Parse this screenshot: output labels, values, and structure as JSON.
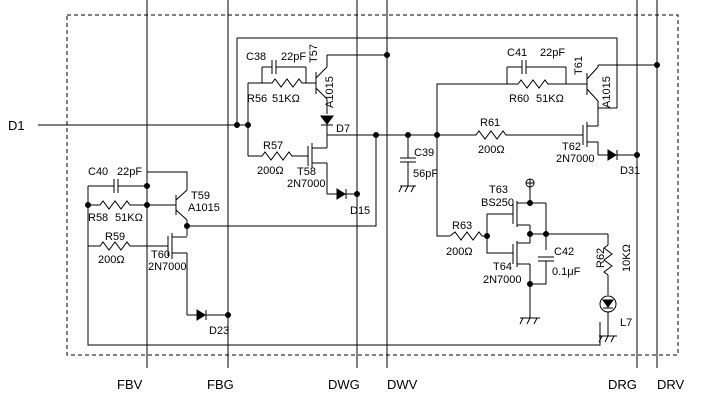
{
  "ports": {
    "d1": "D1",
    "fbv": "FBV",
    "fbg": "FBG",
    "dwg": "DWG",
    "dwv": "DWV",
    "drg": "DRG",
    "drv": "DRV"
  },
  "components": {
    "c38": "C38",
    "c38_val": "22pF",
    "r56": "R56",
    "r56_val": "51KΩ",
    "t57": "T57",
    "t57_part": "A1015",
    "d7": "D7",
    "r57": "R57",
    "r57_val": "200Ω",
    "t58": "T58",
    "t58_part": "2N7000",
    "d15": "D15",
    "c39": "C39",
    "c39_val": "56pF",
    "c40": "C40",
    "c40_val": "22pF",
    "r58": "R58",
    "r58_val": "51KΩ",
    "t59": "T59",
    "t59_part": "A1015",
    "r59": "R59",
    "r59_val": "200Ω",
    "t60": "T60",
    "t60_part": "2N7000",
    "d23": "D23",
    "c41": "C41",
    "c41_val": "22pF",
    "r60": "R60",
    "r60_val": "51KΩ",
    "t61": "T61",
    "t61_part": "A1015",
    "r61": "R61",
    "r61_val": "200Ω",
    "t62": "T62",
    "t62_part": "2N7000",
    "d31": "D31",
    "t63": "T63",
    "t63_part": "BS250",
    "r63": "R63",
    "r63_val": "200Ω",
    "t64": "T64",
    "t64_part": "2N7000",
    "c42": "C42",
    "c42_val": "0.1μF",
    "r62": "R62",
    "r62_val": "10KΩ",
    "l7": "L7"
  }
}
